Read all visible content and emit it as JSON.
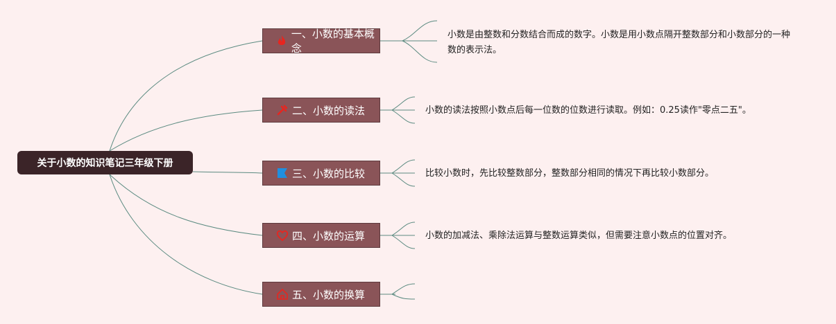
{
  "root": {
    "label": "关于小数的知识笔记三年级下册"
  },
  "branches": [
    {
      "label": "一、小数的基本概念",
      "icon": "flame-icon",
      "text": "小数是由整数和分数结合而成的数字。小数是用小数点隔开整数部分和小数部分的一种数的表示法。"
    },
    {
      "label": "二、小数的读法",
      "icon": "tools-icon",
      "text": "小数的读法按照小数点后每一位数的位数进行读取。例如：0.25读作\"零点二五\"。"
    },
    {
      "label": "三、小数的比较",
      "icon": "flag-icon",
      "text": "比较小数时，先比较整数部分，整数部分相同的情况下再比较小数部分。"
    },
    {
      "label": "四、小数的运算",
      "icon": "heart-icon",
      "text": "小数的加减法、乘除法运算与整数运算类似，但需要注意小数点的位置对齐。"
    },
    {
      "label": "五、小数的换算",
      "icon": "house-icon",
      "text": ""
    }
  ],
  "colors": {
    "background": "#fdf0f0",
    "root": "#3b2428",
    "branch": "#8a5458",
    "line": "#5a8a80"
  }
}
